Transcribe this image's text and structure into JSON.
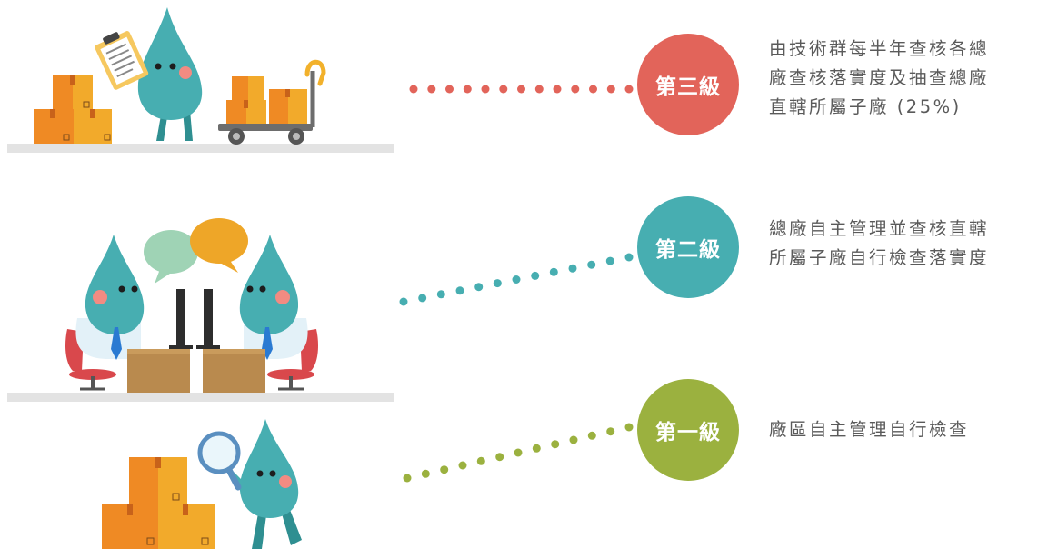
{
  "colors": {
    "level3": "#e2645a",
    "level2": "#47aeb1",
    "level1": "#9bb13f",
    "text": "#5a5a5a",
    "shelf": "#e3e3e3",
    "box_dark": "#ef8a24",
    "box_light": "#f2aa2b",
    "mascot": "#47aeb1"
  },
  "levels": [
    {
      "label": "第三級",
      "description_lines": [
        "由技術群每半年查核各總",
        "廠查核落實度及抽查總廠",
        "直轄所屬子廠 (25%)"
      ]
    },
    {
      "label": "第二級",
      "description_lines": [
        "總廠自主管理並查核直轄",
        "所屬子廠自行檢查落實度"
      ]
    },
    {
      "label": "第一級",
      "description_lines": [
        "廠區自主管理自行檢查"
      ]
    }
  ]
}
